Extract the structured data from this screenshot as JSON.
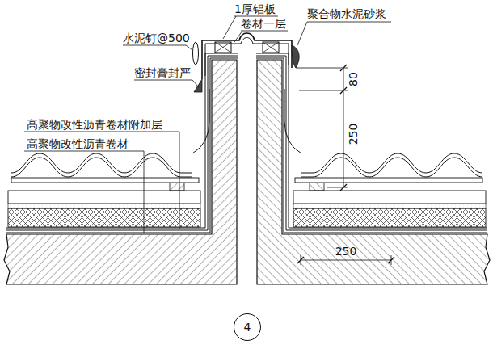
{
  "diagram": {
    "nodes": [
      {
        "text": [
          "4"
        ]
      }
    ],
    "labels": [
      "1厚铝板",
      "卷材一层",
      "水泥钉@500",
      "聚合物水泥砂浆",
      "密封膏封严",
      "高聚物改性沥青卷材附加层",
      "高聚物改性沥青卷材",
      "80",
      "250",
      "250"
    ]
  }
}
